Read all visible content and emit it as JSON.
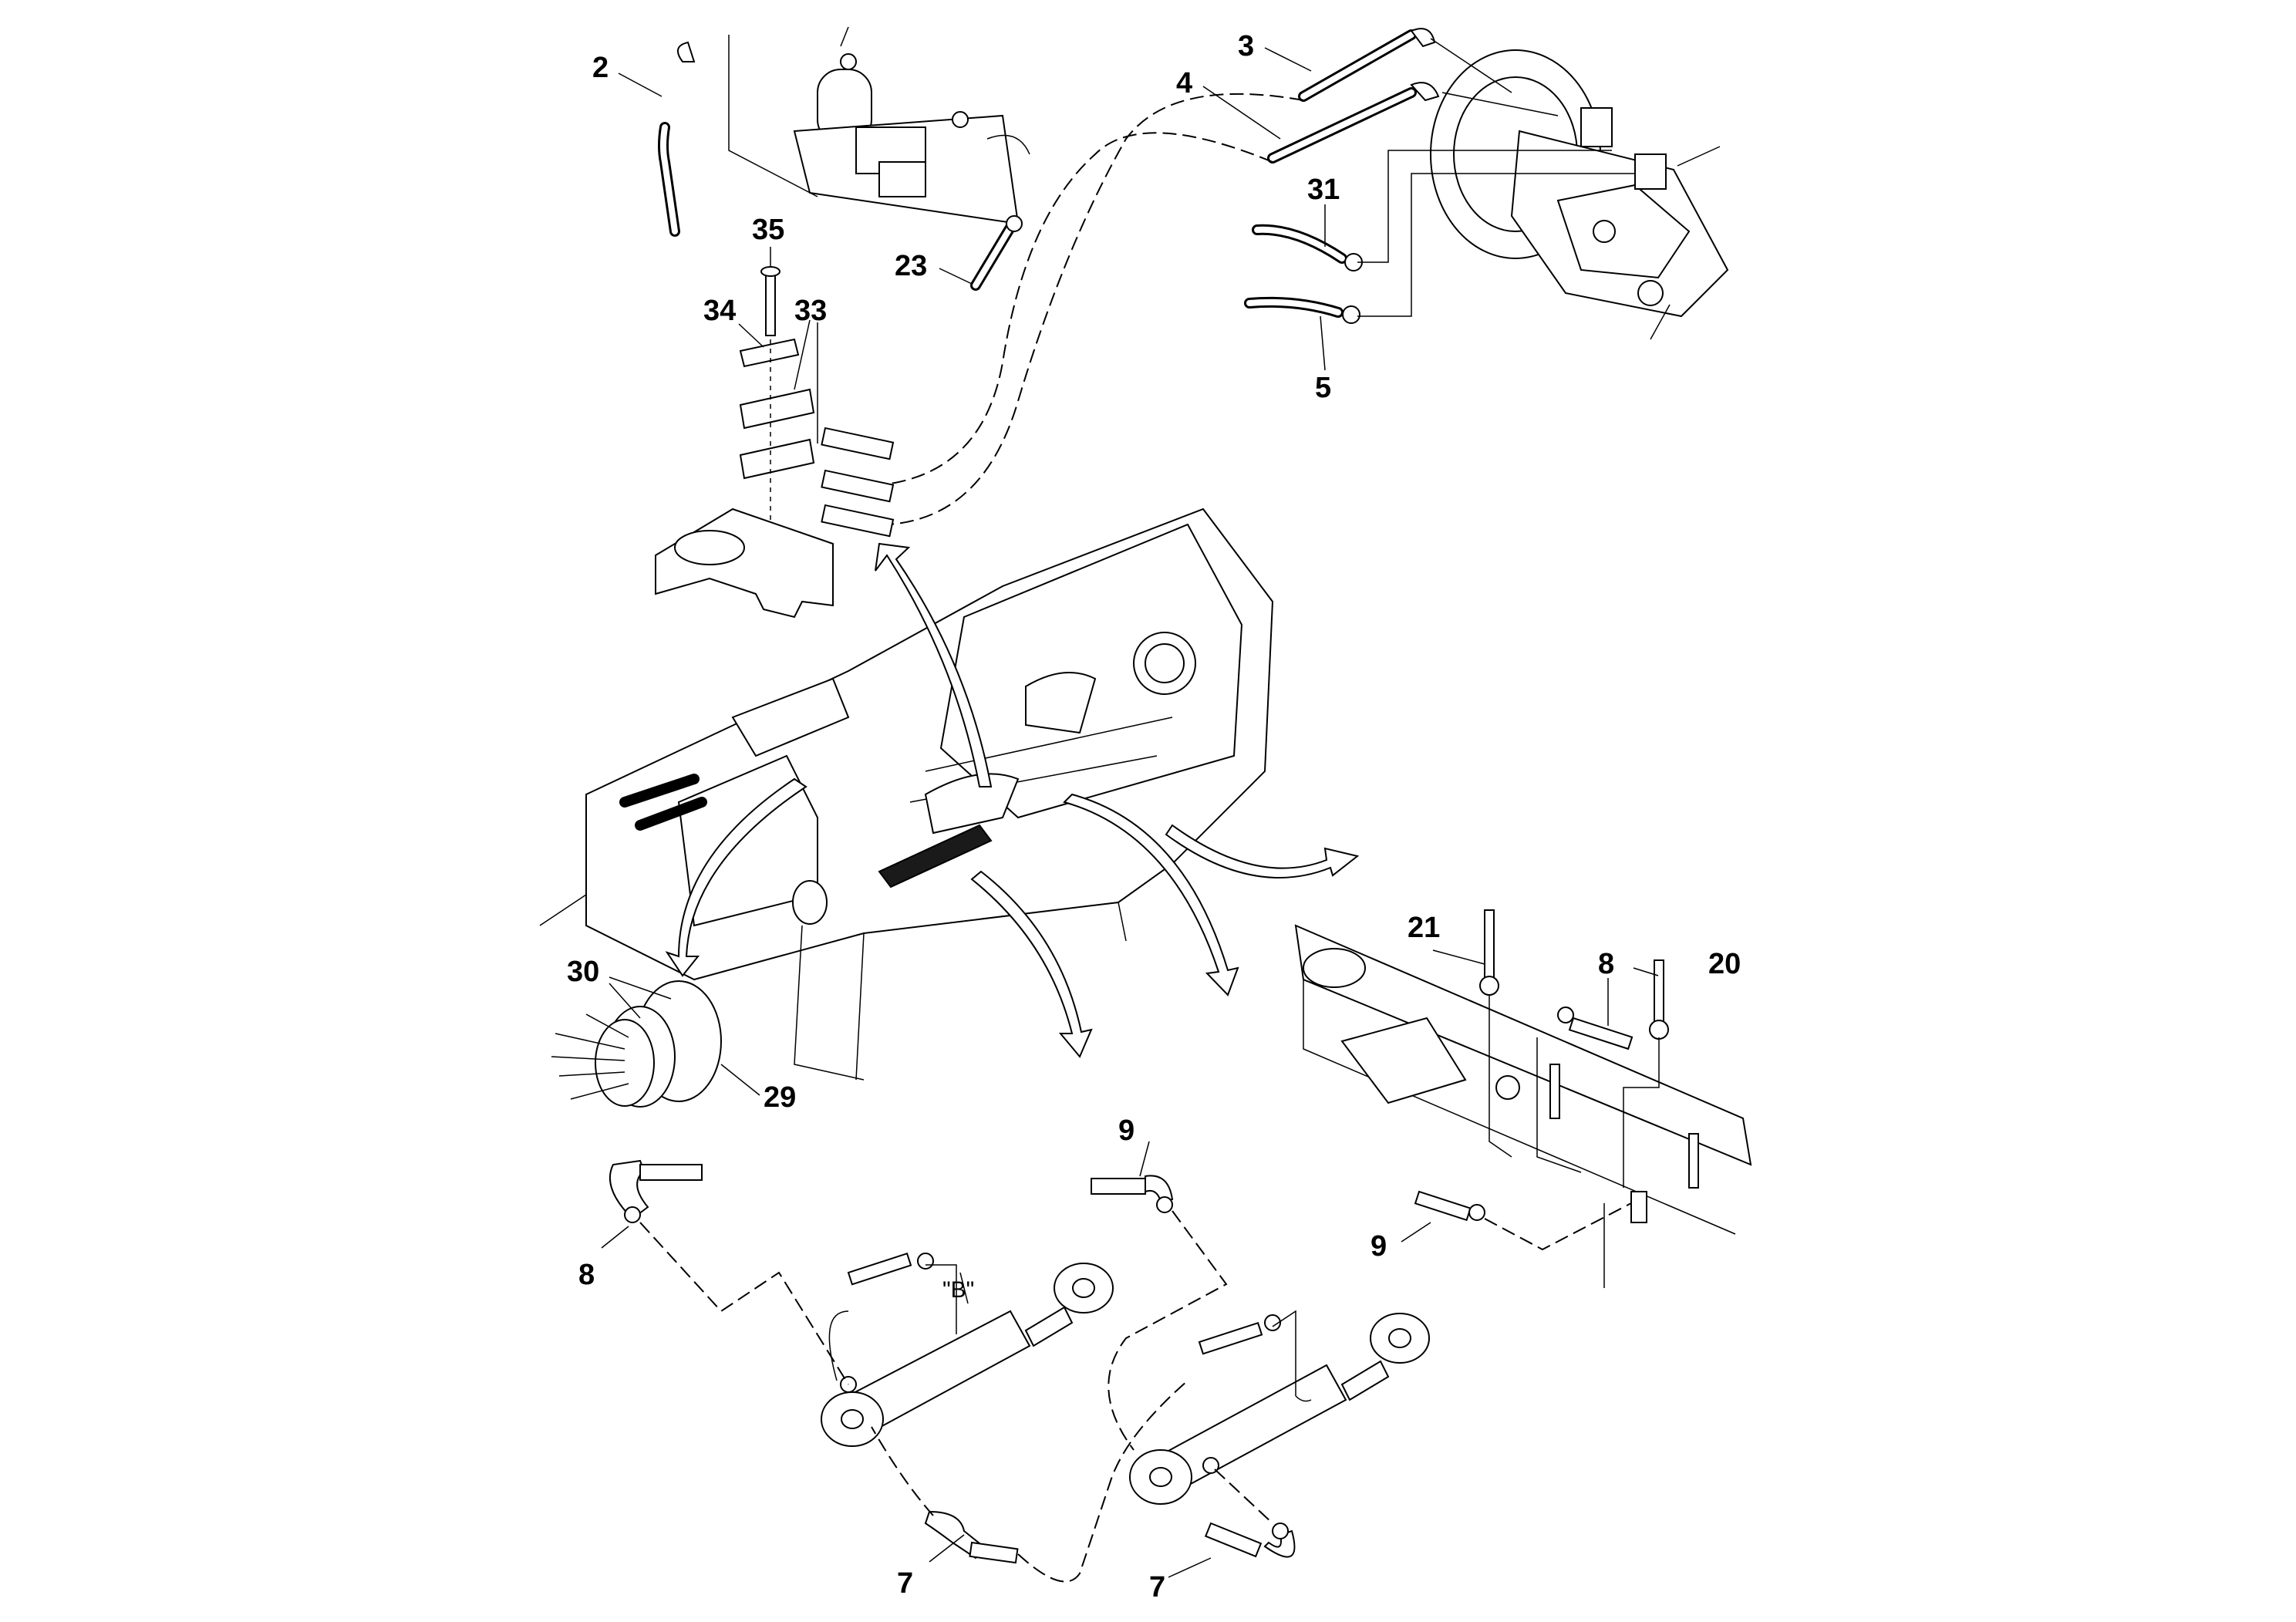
{
  "diagram": {
    "callouts": [
      "2",
      "3",
      "4",
      "31",
      "35",
      "34",
      "33",
      "23",
      "5",
      "21",
      "8",
      "20",
      "30",
      "29",
      "9",
      "9",
      "8",
      "7",
      "7"
    ],
    "view_label": "\"B\""
  }
}
